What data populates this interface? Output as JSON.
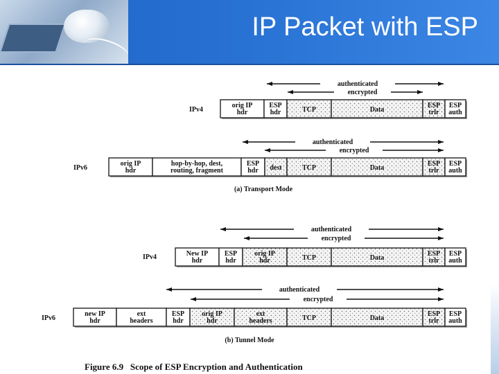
{
  "slide": {
    "title": "IP Packet with ESP",
    "header_color": "#2a6fcf"
  },
  "figure": {
    "arrow_labels": {
      "authenticated": "authenticated",
      "encrypted": "encrypted"
    },
    "transport_mode": {
      "caption": "(a) Transport Mode",
      "ipv4": {
        "label": "IPv4",
        "fields": [
          {
            "lines": [
              "orig IP",
              "hdr"
            ],
            "shaded": false
          },
          {
            "lines": [
              "ESP",
              "hdr"
            ],
            "shaded": false
          },
          {
            "lines": [
              "TCP"
            ],
            "shaded": true
          },
          {
            "lines": [
              "Data"
            ],
            "shaded": true
          },
          {
            "lines": [
              "ESP",
              "trlr"
            ],
            "shaded": true
          },
          {
            "lines": [
              "ESP",
              "auth"
            ],
            "shaded": false
          }
        ]
      },
      "ipv6": {
        "label": "IPv6",
        "fields": [
          {
            "lines": [
              "orig IP",
              "hdr"
            ],
            "shaded": false
          },
          {
            "lines": [
              "hop-by-hop, dest,",
              "routing, fragment"
            ],
            "shaded": false
          },
          {
            "lines": [
              "ESP",
              "hdr"
            ],
            "shaded": false
          },
          {
            "lines": [
              "dest"
            ],
            "shaded": true
          },
          {
            "lines": [
              "TCP"
            ],
            "shaded": true
          },
          {
            "lines": [
              "Data"
            ],
            "shaded": true
          },
          {
            "lines": [
              "ESP",
              "trlr"
            ],
            "shaded": true
          },
          {
            "lines": [
              "ESP",
              "auth"
            ],
            "shaded": false
          }
        ]
      }
    },
    "tunnel_mode": {
      "caption": "(b) Tunnel Mode",
      "ipv4": {
        "label": "IPv4",
        "fields": [
          {
            "lines": [
              "New IP",
              "hdr"
            ],
            "shaded": false
          },
          {
            "lines": [
              "ESP",
              "hdr"
            ],
            "shaded": false
          },
          {
            "lines": [
              "orig IP",
              "hdr"
            ],
            "shaded": true
          },
          {
            "lines": [
              "TCP"
            ],
            "shaded": true
          },
          {
            "lines": [
              "Data"
            ],
            "shaded": true
          },
          {
            "lines": [
              "ESP",
              "trlr"
            ],
            "shaded": true
          },
          {
            "lines": [
              "ESP",
              "auth"
            ],
            "shaded": false
          }
        ]
      },
      "ipv6": {
        "label": "IPv6",
        "fields": [
          {
            "lines": [
              "new IP",
              "hdr"
            ],
            "shaded": false
          },
          {
            "lines": [
              "ext",
              "headers"
            ],
            "shaded": false
          },
          {
            "lines": [
              "ESP",
              "hdr"
            ],
            "shaded": false
          },
          {
            "lines": [
              "orig IP",
              "hdr"
            ],
            "shaded": true
          },
          {
            "lines": [
              "ext",
              "headers"
            ],
            "shaded": true
          },
          {
            "lines": [
              "TCP"
            ],
            "shaded": true
          },
          {
            "lines": [
              "Data"
            ],
            "shaded": true
          },
          {
            "lines": [
              "ESP",
              "trlr"
            ],
            "shaded": true
          },
          {
            "lines": [
              "ESP",
              "auth"
            ],
            "shaded": false
          }
        ]
      }
    },
    "figure_caption": "Figure 6.9   Scope of ESP Encryption and Authentication"
  }
}
